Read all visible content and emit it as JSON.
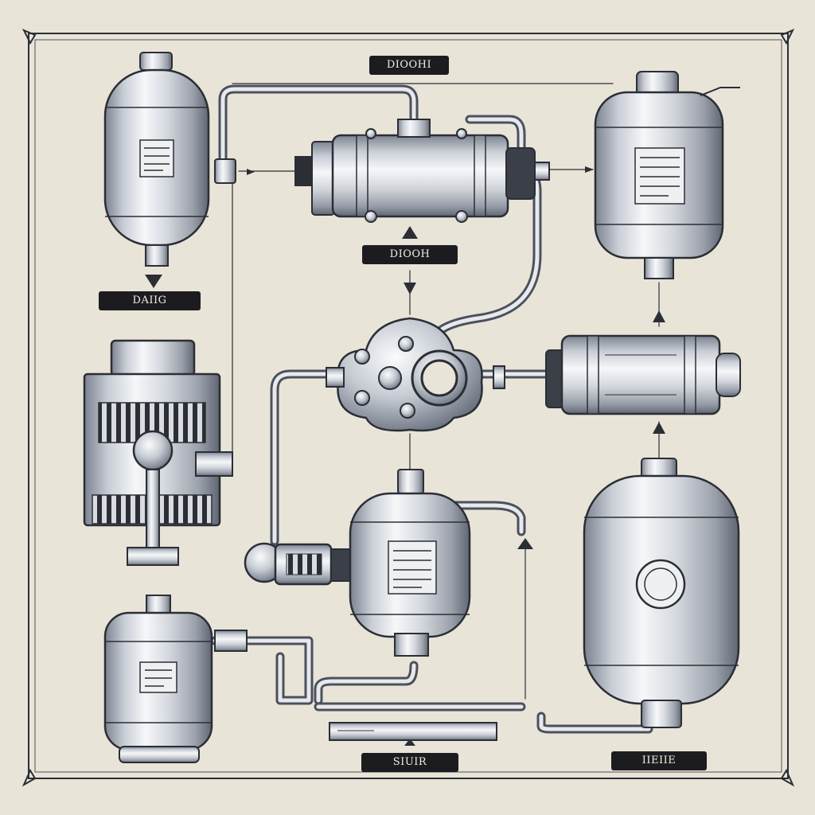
{
  "colors": {
    "paper": "#e9e4d8",
    "ink": "#2b2e35",
    "tag_fill": "#1c1c20",
    "tag_text": "#f1ece0",
    "metal_light": "#f4f5f7",
    "metal_mid": "#b9bec6",
    "metal_dark": "#6b7280"
  },
  "labels": {
    "top_center": "DIOOHI",
    "left_top_outlet": "DAIIG",
    "center_under_pump": "DIOOH",
    "bottom_center": "SIUIR",
    "bottom_right": "IIEIIE"
  },
  "nameplates": {
    "tank_top_left": "",
    "tank_top_right": "",
    "tank_center": "",
    "tank_bottom_left": ""
  },
  "icons": {
    "flow_arrows": "arrow-icon",
    "frame_corners": "corner-ornament-icon"
  }
}
